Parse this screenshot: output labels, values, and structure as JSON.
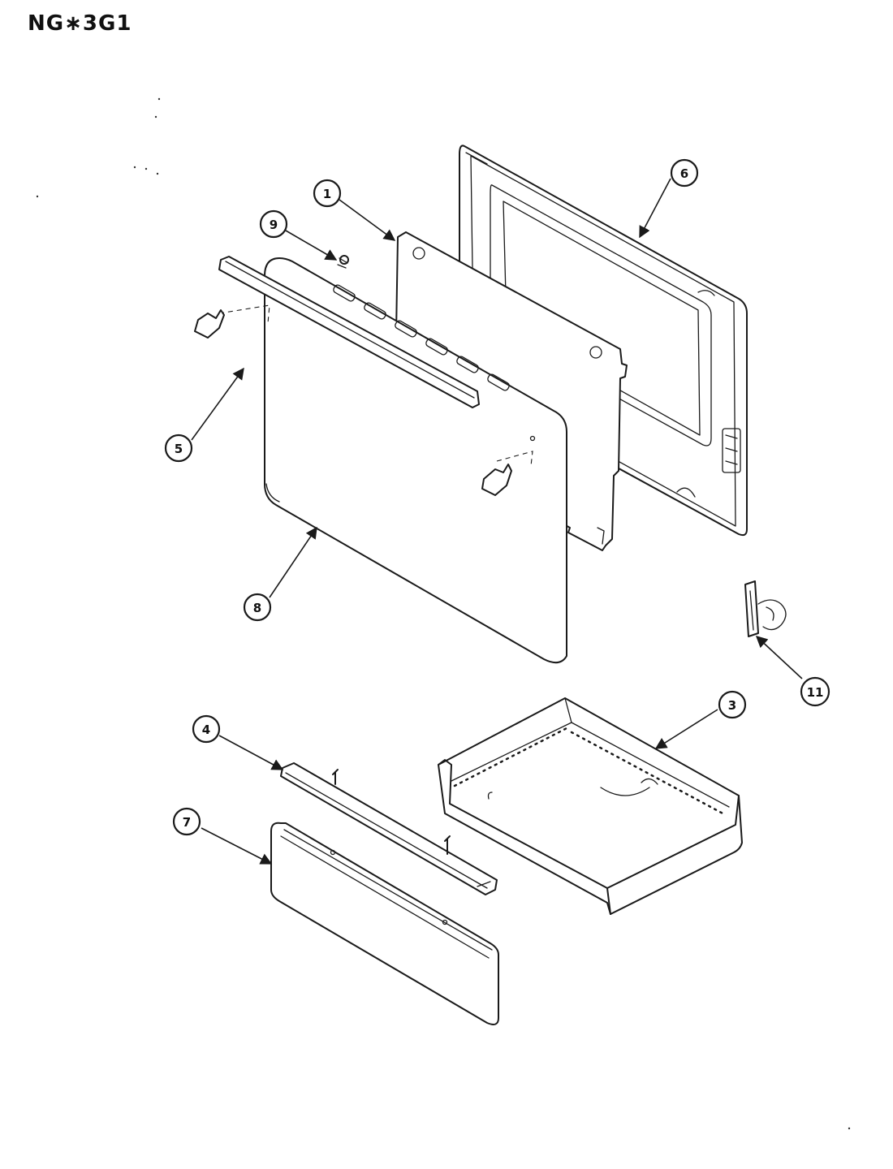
{
  "header": {
    "title": "NG∗3G1"
  },
  "callouts": [
    {
      "id": "c1",
      "label": "1"
    },
    {
      "id": "c3",
      "label": "3"
    },
    {
      "id": "c4",
      "label": "4"
    },
    {
      "id": "c5",
      "label": "5"
    },
    {
      "id": "c6",
      "label": "6"
    },
    {
      "id": "c7",
      "label": "7"
    },
    {
      "id": "c8",
      "label": "8"
    },
    {
      "id": "c9",
      "label": "9"
    },
    {
      "id": "c11",
      "label": "11"
    }
  ]
}
